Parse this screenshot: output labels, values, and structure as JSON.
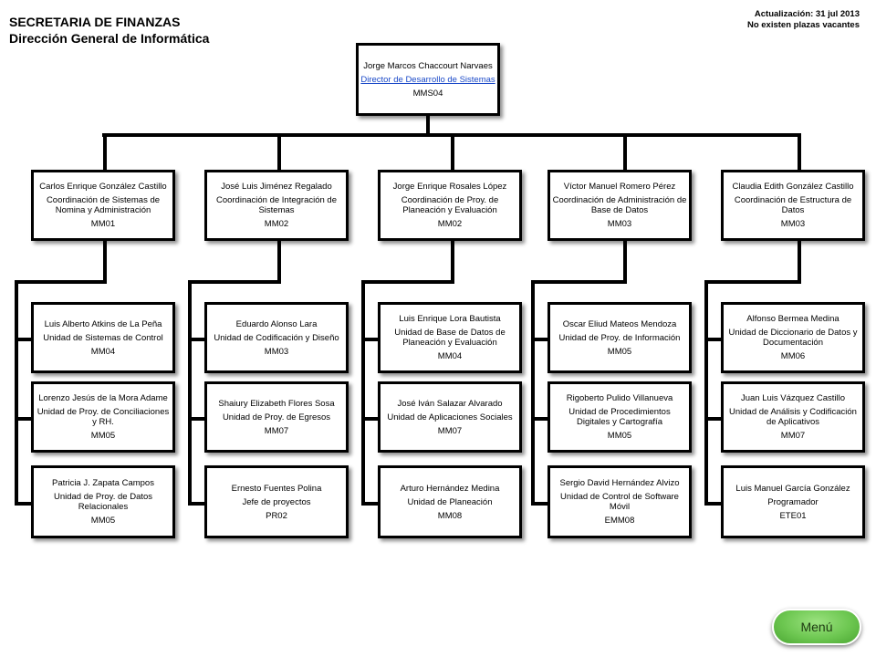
{
  "header": {
    "org": "SECRETARIA DE FINANZAS",
    "department": "Dirección General de Informática",
    "update": "Actualización: 31 jul 2013",
    "vacancies": "No existen plazas  vacantes"
  },
  "director": {
    "name": "Jorge Marcos  Chaccourt Narvaes",
    "role": "Director de Desarrollo de Sistemas",
    "code": "MMS04"
  },
  "columns": [
    {
      "head": {
        "name": "Carlos Enrique González Castillo",
        "role": "Coordinación de Sistemas de Nomina y Administración",
        "code": "MM01"
      },
      "units": [
        {
          "name": "Luis Alberto Atkins de La Peña",
          "role": "Unidad de Sistemas de Control",
          "code": "MM04"
        },
        {
          "name": "Lorenzo Jesús de la Mora Adame",
          "role": "Unidad de Proy. de Conciliaciones y RH.",
          "code": "MM05"
        },
        {
          "name": "Patricia J. Zapata Campos",
          "role": "Unidad de Proy. de Datos Relacionales",
          "code": "MM05"
        }
      ]
    },
    {
      "head": {
        "name": "José Luis Jiménez Regalado",
        "role": "Coordinación de Integración de Sistemas",
        "code": "MM02"
      },
      "units": [
        {
          "name": "Eduardo Alonso Lara",
          "role": "Unidad de Codificación y Diseño",
          "code": "MM03"
        },
        {
          "name": "Shaiury Elizabeth Flores Sosa",
          "role": "Unidad de Proy. de Egresos",
          "code": "MM07"
        },
        {
          "name": "Ernesto Fuentes Polina",
          "role": "Jefe de proyectos",
          "code": "PR02"
        }
      ]
    },
    {
      "head": {
        "name": "Jorge Enrique Rosales López",
        "role": "Coordinación de Proy. de Planeación y Evaluación",
        "code": "MM02"
      },
      "units": [
        {
          "name": "Luis Enrique Lora Bautista",
          "role": "Unidad de Base de Datos de Planeación y Evaluación",
          "code": "MM04"
        },
        {
          "name": "José Iván Salazar Alvarado",
          "role": "Unidad de Aplicaciones Sociales",
          "code": "MM07"
        },
        {
          "name": "Arturo Hernández Medina",
          "role": "Unidad de Planeación",
          "code": "MM08"
        }
      ]
    },
    {
      "head": {
        "name": "Víctor Manuel Romero Pérez",
        "role": "Coordinación de Administración de Base de Datos",
        "code": "MM03"
      },
      "units": [
        {
          "name": "Oscar Eliud Mateos Mendoza",
          "role": "Unidad de Proy. de Información",
          "code": "MM05"
        },
        {
          "name": "Rigoberto Pulido Villanueva",
          "role": "Unidad de Procedimientos Digitales y Cartografía",
          "code": "MM05"
        },
        {
          "name": "Sergio David Hernández Alvizo",
          "role": "Unidad de Control de Software Móvil",
          "code": "EMM08"
        }
      ]
    },
    {
      "head": {
        "name": "Claudia Edith González Castillo",
        "role": "Coordinación de Estructura de Datos",
        "code": "MM03"
      },
      "units": [
        {
          "name": "Alfonso Bermea Medina",
          "role": "Unidad de Diccionario de Datos y Documentación",
          "code": "MM06"
        },
        {
          "name": "Juan Luis Vázquez Castillo",
          "role": "Unidad de Análisis y Codificación de Aplicativos",
          "code": "MM07"
        },
        {
          "name": "Luis Manuel García González",
          "role": "Programador",
          "code": "ETE01"
        }
      ]
    }
  ],
  "menu": {
    "label": "Menú"
  }
}
